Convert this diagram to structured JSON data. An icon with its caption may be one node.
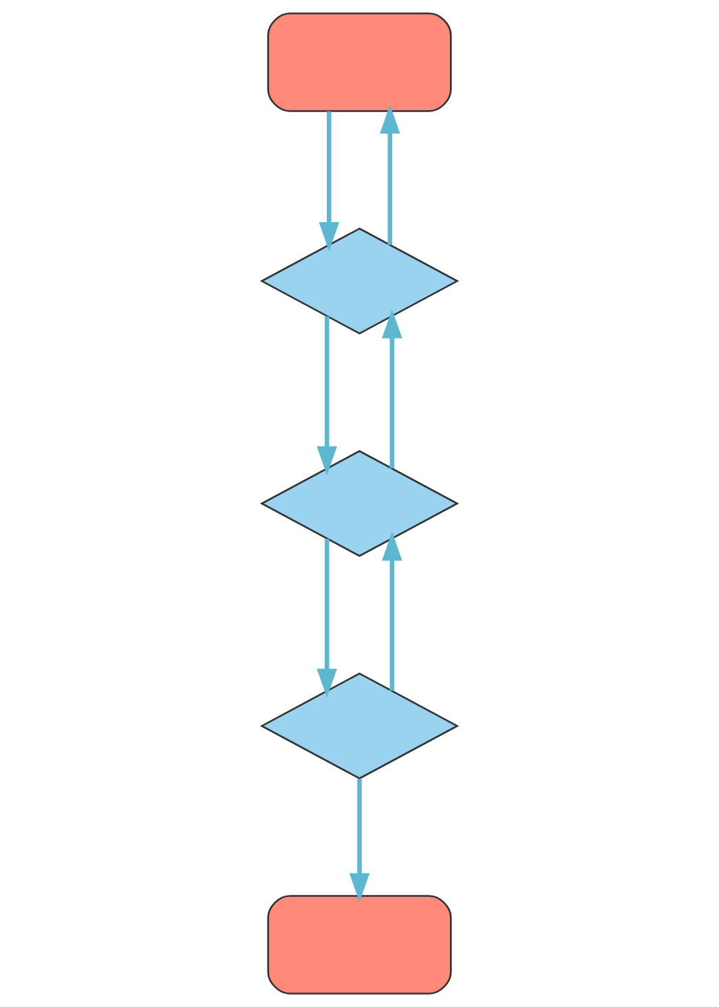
{
  "diagram": {
    "nodes": [
      {
        "text": [],
        "shape": "box"
      },
      {
        "text": [],
        "shape": "diamond"
      },
      {
        "text": [],
        "shape": "diamond"
      },
      {
        "text": [],
        "shape": "diamond"
      },
      {
        "text": [],
        "shape": "box"
      }
    ],
    "edges": [
      {
        "from": 1,
        "to": 0,
        "arrow": "to"
      },
      {
        "from": 0,
        "to": 1,
        "arrow": "to"
      },
      {
        "from": 1,
        "to": 2,
        "arrow": "to"
      },
      {
        "from": 2,
        "to": 1,
        "arrow": "to"
      },
      {
        "from": 2,
        "to": 3,
        "arrow": "to"
      },
      {
        "from": 3,
        "to": 2,
        "arrow": "to"
      },
      {
        "from": 3,
        "to": 4,
        "arrow": "to"
      }
    ]
  }
}
